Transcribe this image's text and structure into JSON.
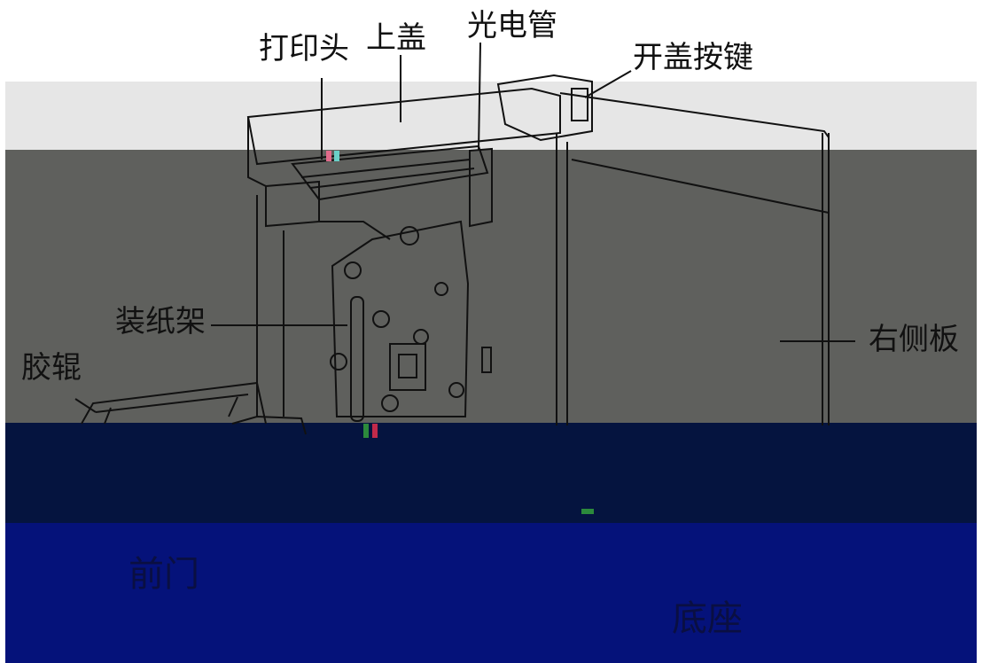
{
  "labels": {
    "print_head": "打印头",
    "top_cover": "上盖",
    "photo_sensor": "光电管",
    "cover_open_button": "开盖按键",
    "paper_holder": "装纸架",
    "rubber_roller": "胶辊",
    "right_side_panel": "右侧板",
    "left_band_text": "前门",
    "bottom_band_text": "底座"
  },
  "colors": {
    "band_light": "#e6e6e6",
    "band_gray": "#5f605d",
    "band_navy": "#05143f",
    "band_blue": "#05127a",
    "line": "#111111"
  }
}
